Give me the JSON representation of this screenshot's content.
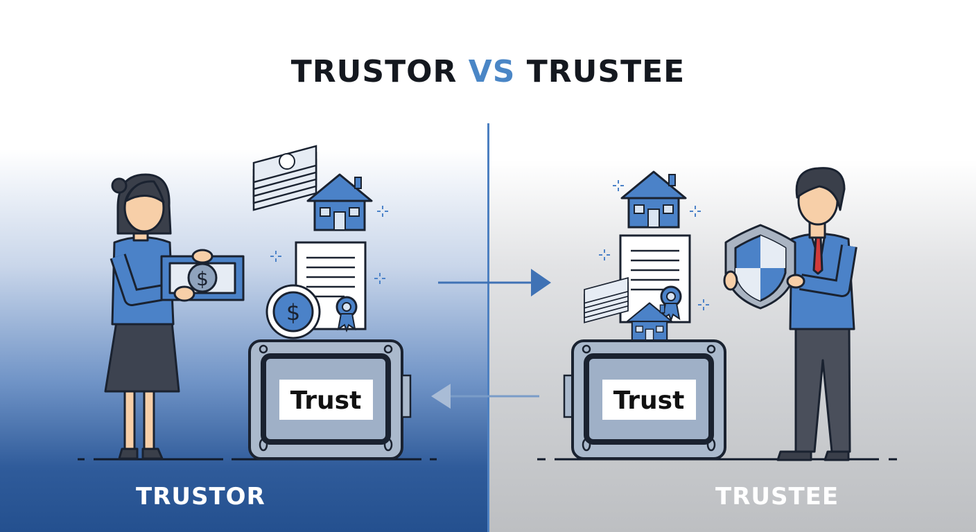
{
  "title": {
    "part1": "TRUSTOR",
    "vs": "VS",
    "part2": "TRUSTEE"
  },
  "left_label": "TRUSTOR",
  "right_label": "TRUSTEE",
  "safes": {
    "left_text": "Trust",
    "right_text": "Trust"
  },
  "icons": {
    "currency_symbol": "$"
  },
  "colors": {
    "accent": "#4a86c6",
    "left_panel_bottom": "#24508f",
    "right_panel_bottom": "#bdbfc2",
    "figure_blue": "#4b82c8",
    "title_text": "#14181f"
  }
}
